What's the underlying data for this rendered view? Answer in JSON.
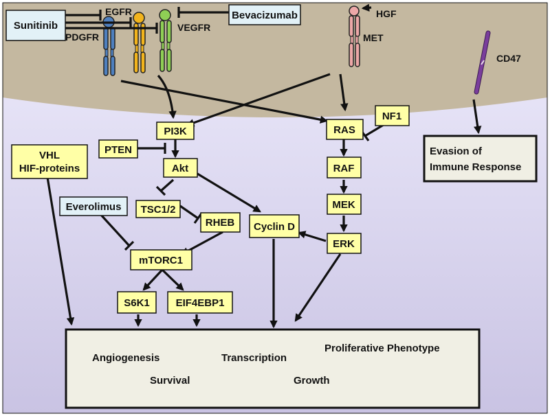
{
  "drugs": {
    "sunitinib": "Sunitinib",
    "bevacizumab": "Bevacizumab",
    "everolimus": "Everolimus"
  },
  "receptors": {
    "egfr": "EGFR",
    "pdgfr": "PDGFR",
    "vegfr": "VEGFR",
    "met": "MET",
    "hgf": "HGF",
    "cd47": "CD47"
  },
  "nodes": {
    "pi3k": "PI3K",
    "pten": "PTEN",
    "akt": "Akt",
    "tsc": "TSC1/2",
    "rheb": "RHEB",
    "mtorc1": "mTORC1",
    "s6k1": "S6K1",
    "eif4ebp1": "EIF4EBP1",
    "cyclin_d": "Cyclin D",
    "ras": "RAS",
    "nf1": "NF1",
    "raf": "RAF",
    "mek": "MEK",
    "erk": "ERK",
    "vhl_line1": "VHL",
    "vhl_line2": "HIF-proteins",
    "evasion_line1": "Evasion of",
    "evasion_line2": "Immune Response"
  },
  "outcomes": {
    "angiogenesis": "Angiogenesis",
    "transcription": "Transcription",
    "proliferative": "Proliferative Phenotype",
    "survival": "Survival",
    "growth": "Growth"
  },
  "colors": {
    "membrane": "#c4b8a0",
    "cytoplasm_top": "#eeecfc",
    "cytoplasm_bottom": "#c9c3e3",
    "node_fill": "#ffffa6",
    "drug_fill": "#e2f1f7",
    "outcome_fill": "#f0efe4",
    "egfr": "#4f80bf",
    "pdgfr": "#f2b41d",
    "vegfr": "#8fce55",
    "met": "#eda8a8",
    "cd47": "#7a3d9c"
  }
}
